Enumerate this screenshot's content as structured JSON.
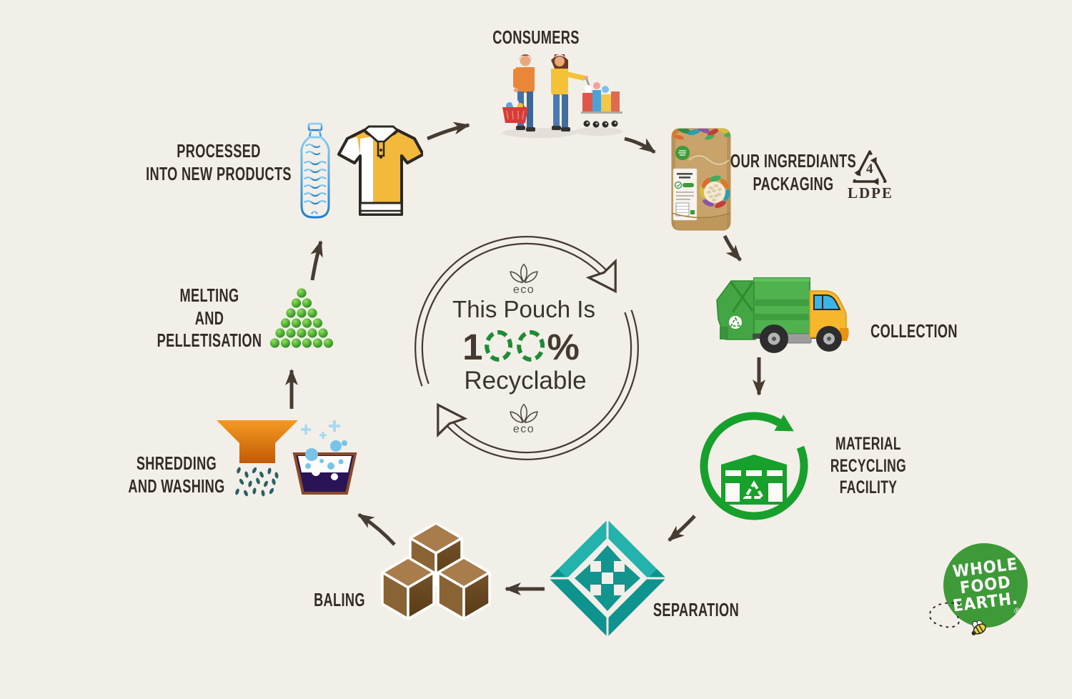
{
  "background": "#f2efe9",
  "accent_dark": "#473c32",
  "green": "#1e9e32",
  "stages": {
    "consumers": {
      "label": "CONSUMERS"
    },
    "packaging": {
      "label": "OUR INGREDIANTS\nPACKAGING"
    },
    "ldpe": {
      "code": "4",
      "material": "LDPE"
    },
    "collection": {
      "label": "COLLECTION"
    },
    "mrf": {
      "label": "MATERIAL\nRECYCLING\nFACILITY"
    },
    "separation": {
      "label": "SEPARATION"
    },
    "baling": {
      "label": "BALING"
    },
    "shredding": {
      "label": "SHREDDING\nAND WASHING"
    },
    "melting": {
      "label": "MELTING\nAND\nPELLETISATION"
    },
    "processed": {
      "label": "PROCESSED\nINTO NEW PRODUCTS"
    }
  },
  "center": {
    "line1": "This Pouch Is",
    "percent_full": "100%",
    "percent_prefix": "1",
    "percent_suffix": "%",
    "line3": "Recyclable",
    "eco": "eco"
  },
  "logo": {
    "line1": "WHOLE",
    "line2": "FOOD",
    "line3": "EARTH.",
    "registered": "®"
  }
}
